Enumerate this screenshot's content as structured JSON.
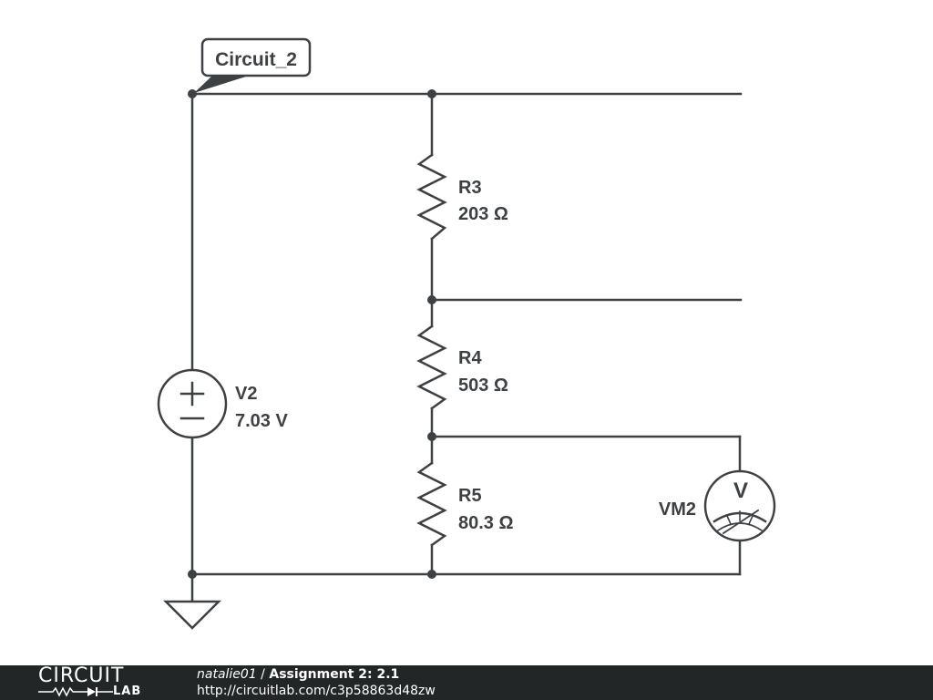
{
  "circuit_tag": "Circuit_2",
  "components": {
    "v2": {
      "name": "V2",
      "value": "7.03 V",
      "plus": "+",
      "minus": "−"
    },
    "r3": {
      "name": "R3",
      "value": "203 Ω"
    },
    "r4": {
      "name": "R4",
      "value": "503 Ω"
    },
    "r5": {
      "name": "R5",
      "value": "80.3 Ω"
    },
    "vm2": {
      "name": "VM2",
      "symbol": "V"
    }
  },
  "footer": {
    "logo_top": "CIRCUIT",
    "logo_bottom": "LAB",
    "author": "natalie01",
    "separator": " / ",
    "title": "Assignment 2: 2.1",
    "url": "http://circuitlab.com/c3p58863d48zw",
    "background": "#232627"
  },
  "colors": {
    "wire": "#3d4144",
    "background": "#ffffff"
  }
}
